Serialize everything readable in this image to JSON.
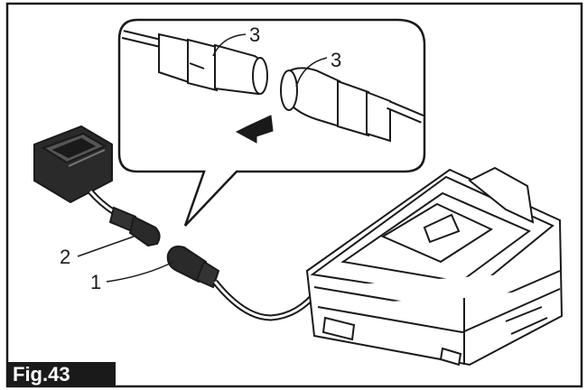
{
  "figure": {
    "label": "Fig.43",
    "callouts": [
      {
        "id": "callout-1",
        "text": "1"
      },
      {
        "id": "callout-2",
        "text": "2"
      },
      {
        "id": "callout-3a",
        "text": "3"
      },
      {
        "id": "callout-3b",
        "text": "3"
      }
    ],
    "icons": [
      "arrow-left-icon"
    ],
    "colors": {
      "line": "#1a1a1a",
      "fill": "#ffffff",
      "label_bg": "#1a1a1a",
      "label_text": "#ffffff"
    }
  }
}
